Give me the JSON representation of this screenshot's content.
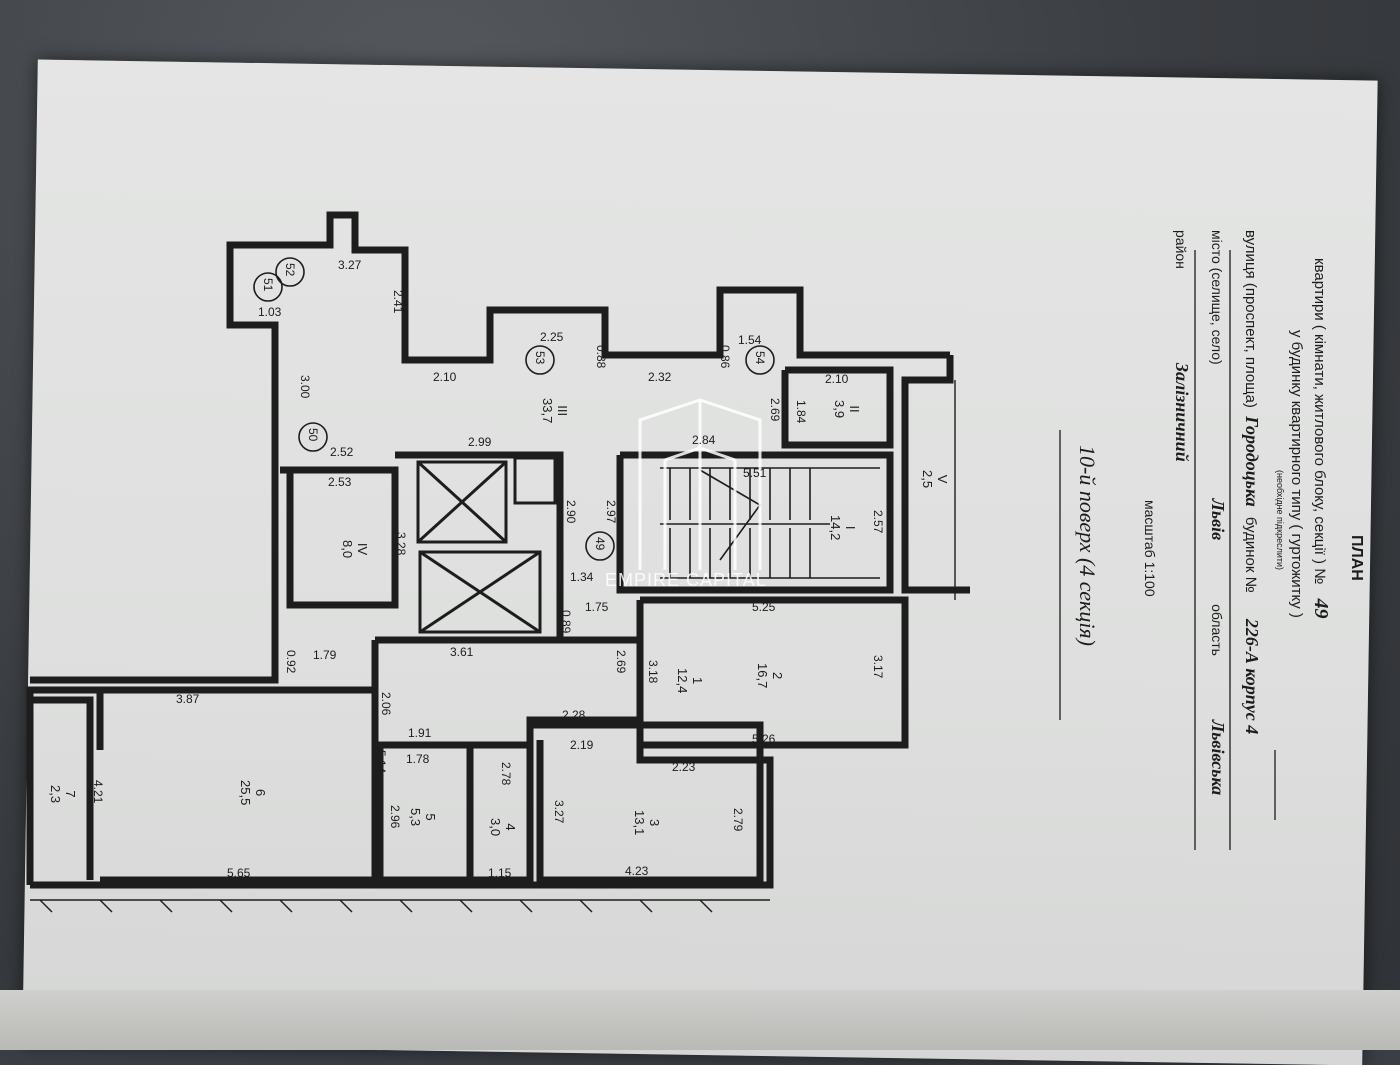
{
  "header": {
    "title": "ПЛАН",
    "line1_prefix": "квартири ( кімнати, житлового блоку, секції ) №",
    "apartment_no": "49",
    "line2": "у будинку квартирного типу ( гуртожитку )",
    "hint": "(необхідне підкреслити)",
    "street_label": "вулиця (проспект, площа)",
    "street": "Городоцька",
    "building_label": "будинок №",
    "building": "226-А корпус 4",
    "city_label": "місто (селище, село)",
    "city": "Львів",
    "region_label": "область",
    "region": "Львівська",
    "district_label": "район",
    "district": "Залізничний",
    "scale": "масштаб 1:100",
    "floor": "10-й поверх (4 секція)"
  },
  "watermark": {
    "text": "EMPIRE CAPITAL"
  },
  "rooms": [
    {
      "no": "1",
      "area": "12,4"
    },
    {
      "no": "2",
      "area": "16,7"
    },
    {
      "no": "3",
      "area": "13,1"
    },
    {
      "no": "4",
      "area": "3,0"
    },
    {
      "no": "5",
      "area": "5,3"
    },
    {
      "no": "6",
      "area": "25,5"
    },
    {
      "no": "7",
      "area": "2,3"
    },
    {
      "no": "I",
      "area": "14,2"
    },
    {
      "no": "II",
      "area": "3,9"
    },
    {
      "no": "III",
      "area": "33,7"
    },
    {
      "no": "IV",
      "area": "8,0"
    },
    {
      "no": "V",
      "area": "2,5"
    }
  ],
  "apartment_markers": [
    "49",
    "50",
    "51",
    "52",
    "53",
    "54"
  ],
  "dimensions": [
    "3.27",
    "2.41",
    "1.03",
    "2.25",
    "0.88",
    "2.10",
    "2.32",
    "1.54",
    "0.86",
    "2.10",
    "2.69",
    "1.84",
    "3.00",
    "2.52",
    "2.53",
    "2.99",
    "2.90",
    "3.28",
    "2.97",
    "5.51",
    "2.57",
    "1.34",
    "1.75",
    "0.89",
    "5.25",
    "3.17",
    "3.61",
    "2.69",
    "3.18",
    "1.79",
    "0.92",
    "2.06",
    "3.87",
    "2.28",
    "2.19",
    "5.26",
    "1.91",
    "1.78",
    "5.14",
    "2.23",
    "2.78",
    "3.27",
    "2.79",
    "4.21",
    "2.96",
    "1.15",
    "4.23",
    "5.65",
    "2.84"
  ]
}
